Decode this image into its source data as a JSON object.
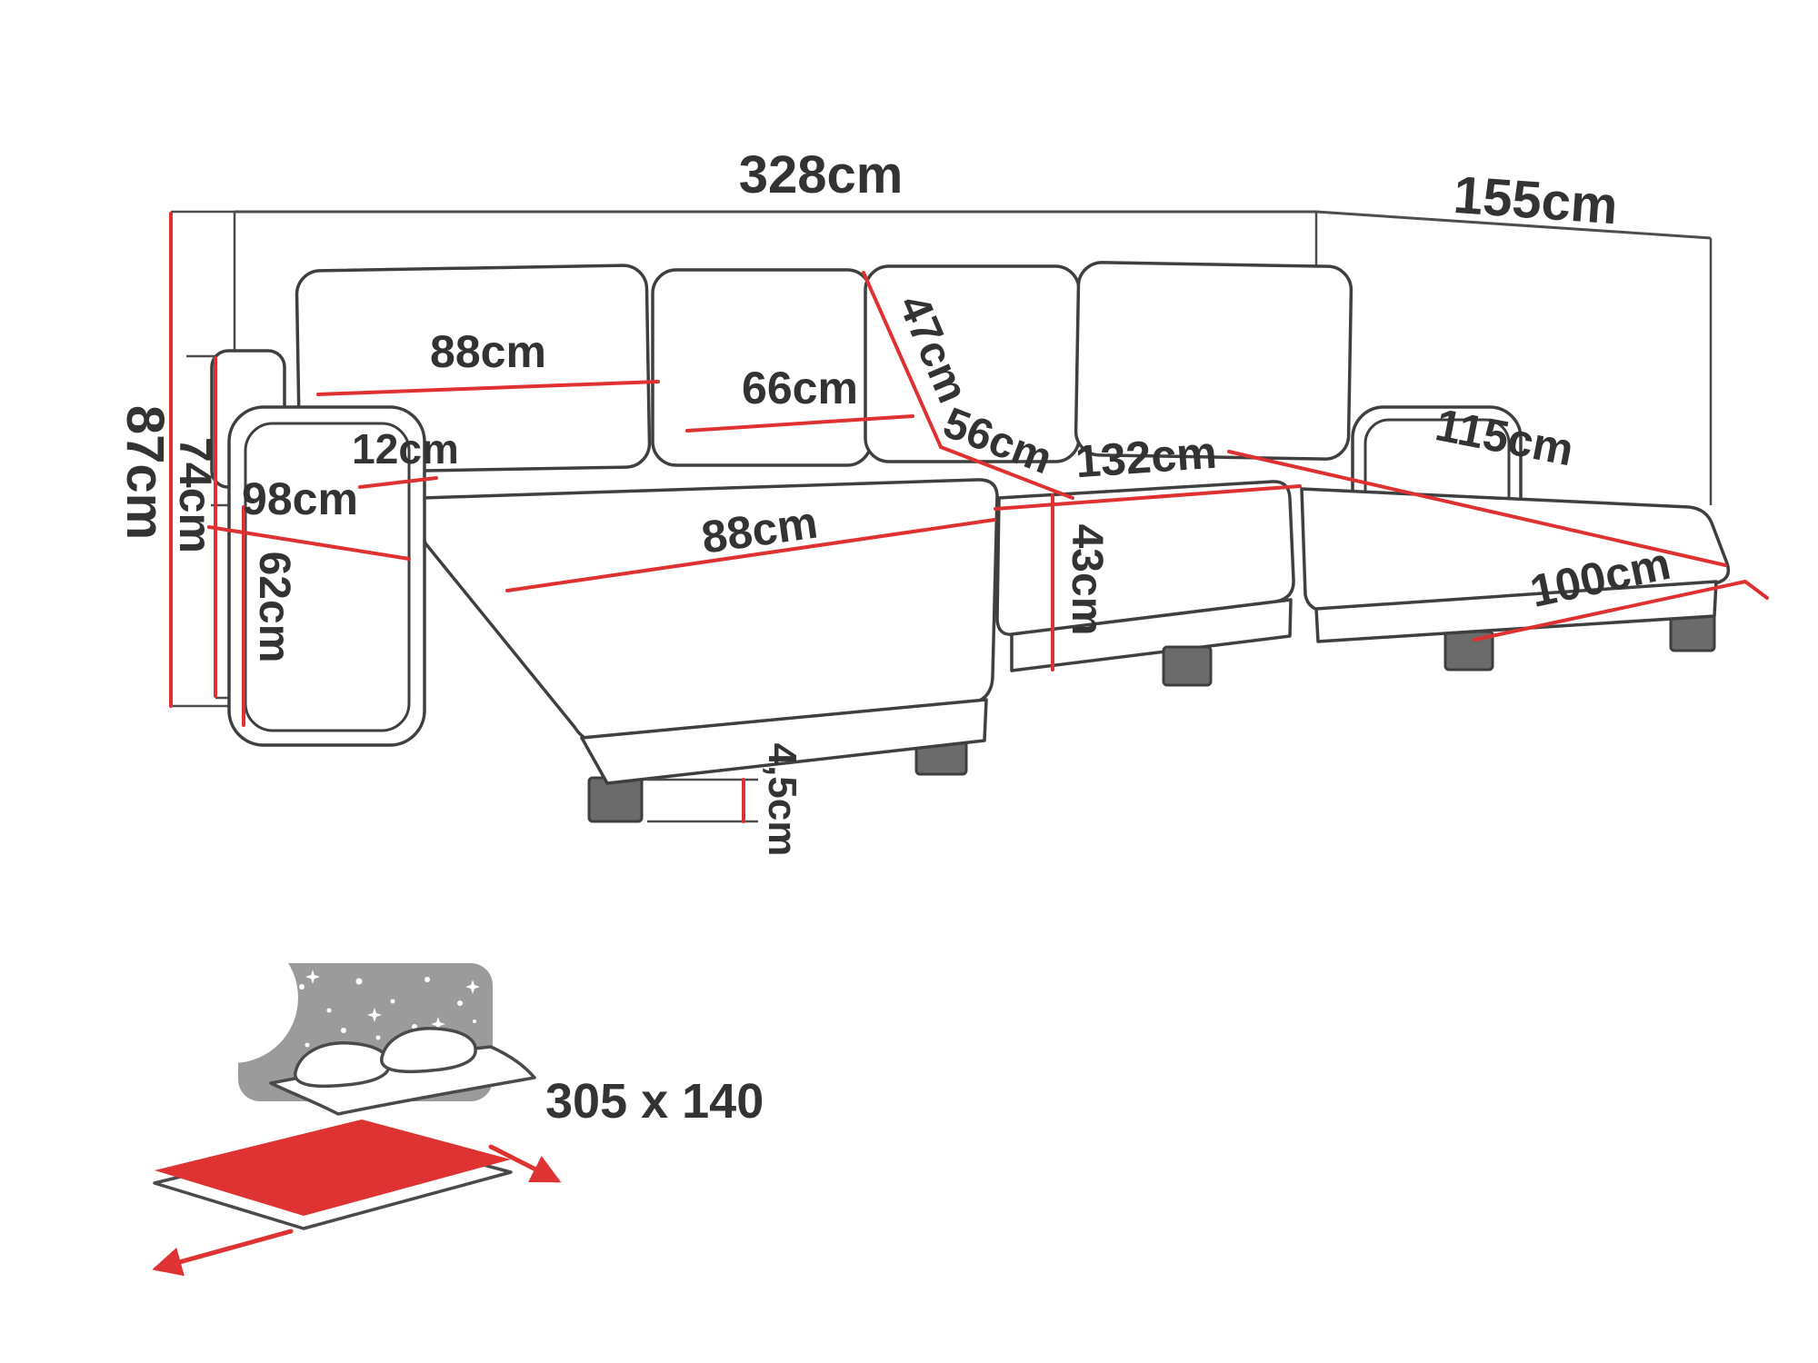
{
  "dimensions": {
    "total_width": "328cm",
    "total_depth": "155cm",
    "total_height": "87cm",
    "backrest_height": "74cm",
    "armrest_height": "62cm",
    "armrest_width": "12cm",
    "back_cushion_width": "88cm",
    "center_back_cushion_width": "66cm",
    "back_cushion_height": "47cm",
    "center_seat_depth": "56cm",
    "center_seat_width": "132cm",
    "left_chaise_depth": "98cm",
    "left_seat_width": "88cm",
    "seat_height": "43cm",
    "right_chaise_width": "115cm",
    "right_chaise_length": "100cm",
    "leg_height": "4,5cm"
  },
  "sleeping_function": {
    "bed_size": "305 x 140"
  },
  "colors": {
    "dimension_red": "#e03132",
    "outline_dark": "#4d4d4d",
    "label_dark": "#333333",
    "label_gray": "#8e8e8e",
    "pictogram_gray": "#9b9b9b",
    "bed_red": "#de3233"
  }
}
